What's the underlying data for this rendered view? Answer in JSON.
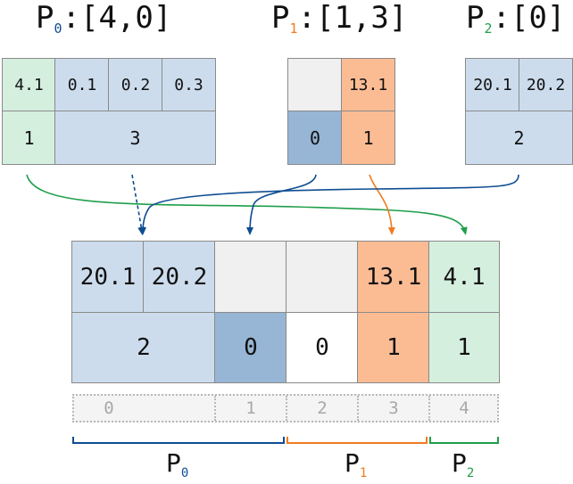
{
  "colors": {
    "p0": "#0f4d92",
    "p1": "#f07a1e",
    "p2": "#1f9e4a",
    "blue_fill": "#ccdced",
    "dark_blue_fill": "#97b6d6",
    "green_fill": "#d5efdf",
    "orange_fill": "#fbbc94",
    "grey_fill": "#f0f0f0"
  },
  "headers": [
    {
      "name": "P",
      "sub": "0",
      "list": ":[4,0]"
    },
    {
      "name": "P",
      "sub": "1",
      "list": ":[1,3]"
    },
    {
      "name": "P",
      "sub": "2",
      "list": ":[0]"
    }
  ],
  "p0": {
    "values": [
      "4.1",
      "0.1",
      "0.2",
      "0.3"
    ],
    "ranks": [
      "1",
      "3"
    ]
  },
  "p1": {
    "values": [
      "",
      "13.1"
    ],
    "ranks": [
      "0",
      "1"
    ]
  },
  "p2": {
    "values": [
      "20.1",
      "20.2"
    ],
    "ranks": [
      "2"
    ]
  },
  "merged": {
    "values": [
      "20.1",
      "20.2",
      "",
      "",
      "13.1",
      "4.1"
    ],
    "ranks": [
      "2",
      "0",
      "0",
      "1",
      "1"
    ]
  },
  "indices": [
    "0",
    "1",
    "2",
    "3",
    "4"
  ],
  "bottom_labels": [
    {
      "name": "P",
      "sub": "0"
    },
    {
      "name": "P",
      "sub": "1"
    },
    {
      "name": "P",
      "sub": "2"
    }
  ]
}
